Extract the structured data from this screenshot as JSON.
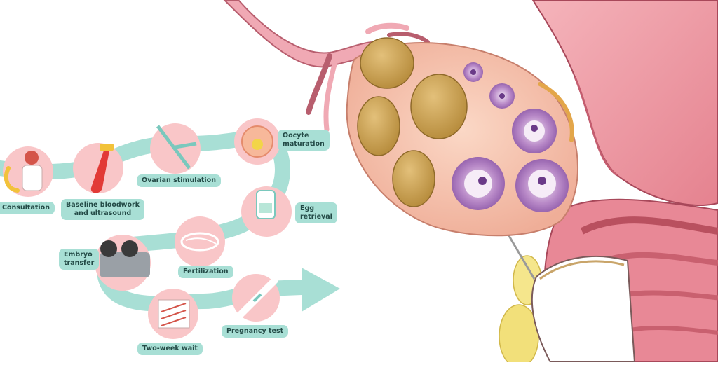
{
  "steps": [
    {
      "label": "Consultation"
    },
    {
      "label": "Baseline bloodwork\nand ultrasound"
    },
    {
      "label": "Ovarian stimulation"
    },
    {
      "label": "Oocyte\nmaturation"
    },
    {
      "label": "Egg\nretrieval"
    },
    {
      "label": "Fertilization"
    },
    {
      "label": "Embryo\ntransfer"
    },
    {
      "label": "Two-week wait"
    },
    {
      "label": "Pregnancy test"
    }
  ],
  "colors": {
    "path": "#a8dfd5",
    "node": "#f9c6c8",
    "label_bg": "#a8dfd5",
    "label_text": "#234a46",
    "ovary": "#f6c5b4",
    "follicle_mature": "#c79a3a",
    "follicle_immature": "#9b6ab5",
    "uterus": "#e98f9d"
  },
  "icons": [
    "doctor-icon",
    "blood-tube-icon",
    "syringe-icon",
    "oocyte-icon",
    "iv-bag-icon",
    "petri-dish-icon",
    "embryo-transfer-icon",
    "calendar-icon",
    "pregnancy-test-icon"
  ]
}
